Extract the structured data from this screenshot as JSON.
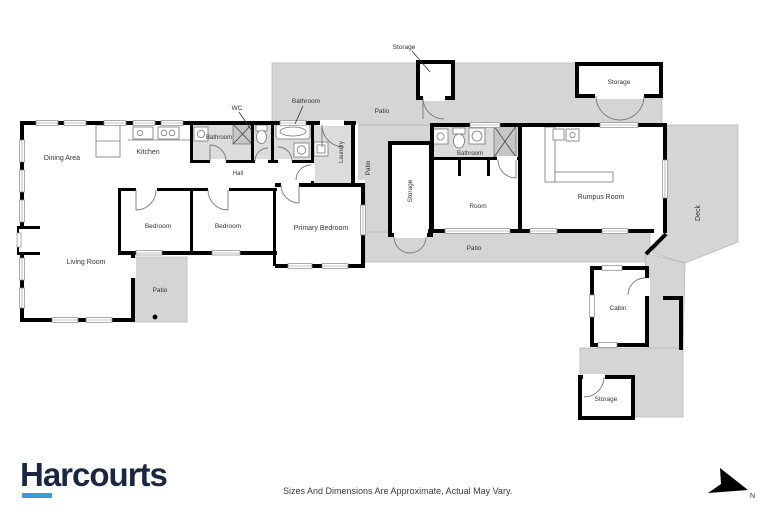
{
  "branding": {
    "logo_text": "Harcourts",
    "logo_color": "#1b2742",
    "underline_color": "#3d9bd9"
  },
  "footer": {
    "disclaimer": "Sizes And Dimensions Are Approximate, Actual May Vary."
  },
  "compass": {
    "north_label": "N"
  },
  "palette": {
    "wall": "#000000",
    "outdoor": "#d5d5d5",
    "wet_floor": "#dcdcdc",
    "room_fill": "#ffffff",
    "fixture_line": "#777777",
    "label_text": "#333333"
  },
  "floorplan": {
    "labels": {
      "dining_area": "Dining Area",
      "kitchen": "Kitchen",
      "living_room": "Living Room",
      "bedroom_1": "Bedroom",
      "bedroom_2": "Bedroom",
      "primary_bedroom": "Primary Bedroom",
      "hall": "Hall",
      "bathroom_main": "Bathroom",
      "wc": "WC",
      "bathroom_tub": "Bathroom",
      "laundry": "Laundry",
      "patio_top": "Patio",
      "patio_middle": "Patio",
      "patio_left": "Patio",
      "patio_right": "Patio",
      "storage_top": "Storage",
      "storage_top_right": "Storage",
      "storage_middle": "Storage",
      "storage_bottom": "Storage",
      "bathroom_right": "Bathroom",
      "room": "Room",
      "rumpus_room": "Rumpus Room",
      "deck": "Deck",
      "cabin": "Cabin"
    }
  }
}
